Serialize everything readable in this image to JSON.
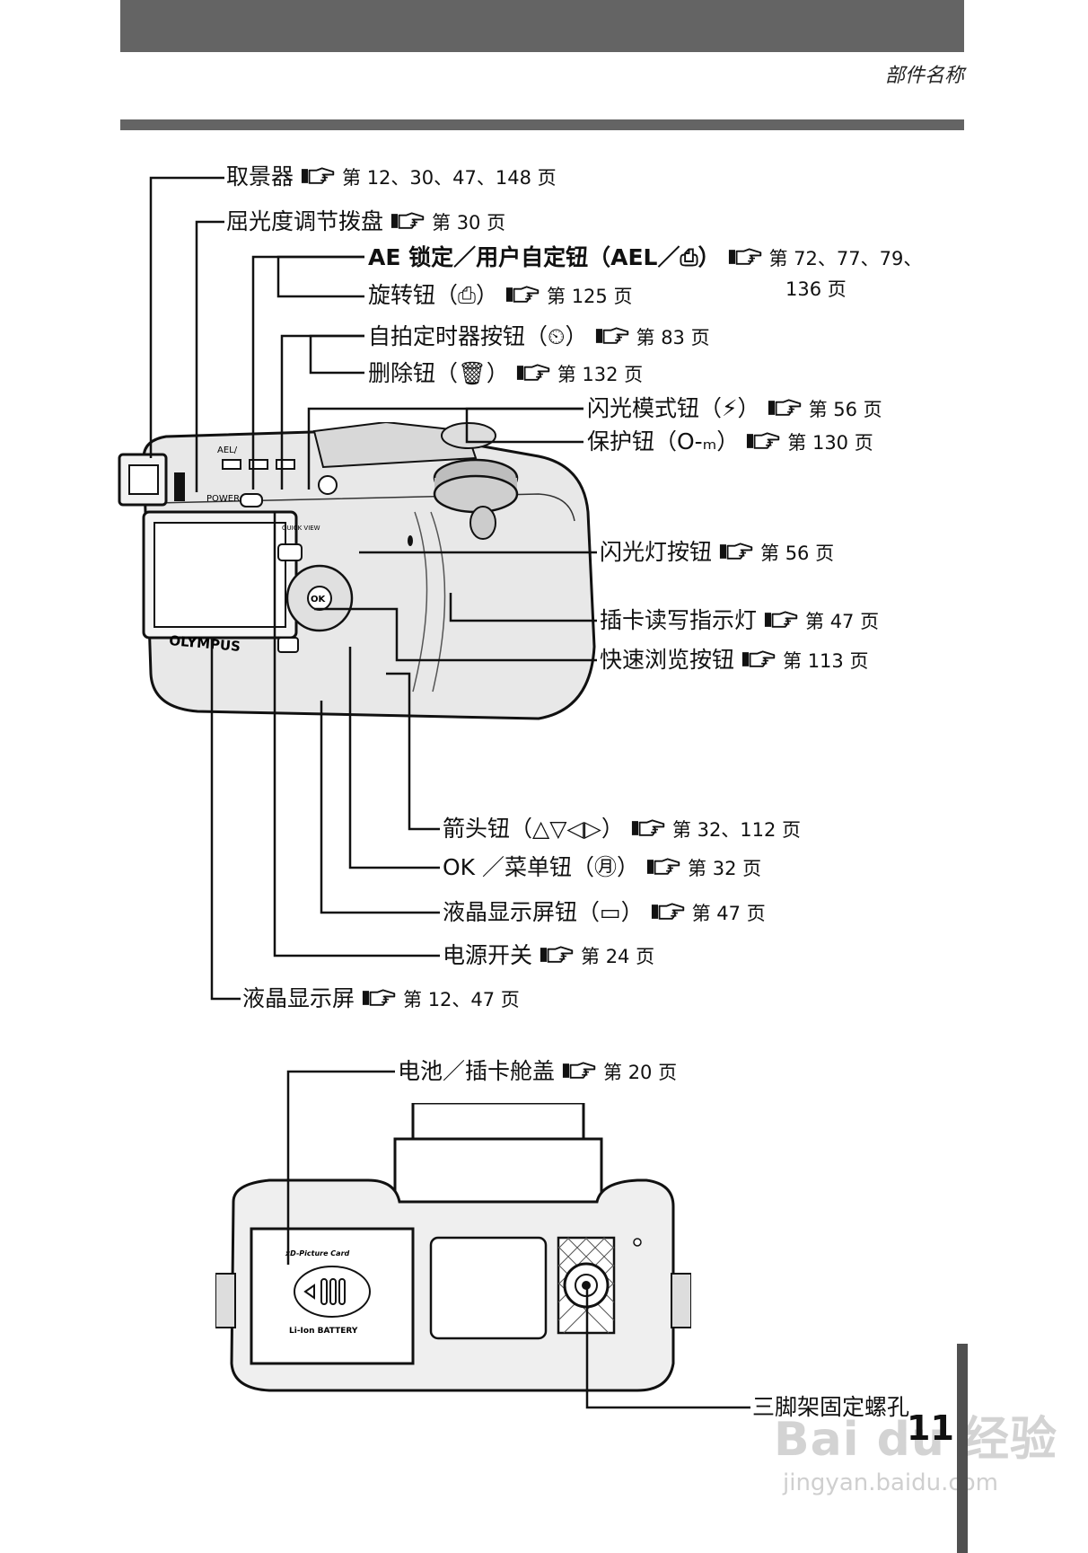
{
  "header": {
    "section_title": "部件名称",
    "page_number": "11"
  },
  "watermark": {
    "brand": "Bai du 经验",
    "url": "jingyan.baidu.com"
  },
  "camera_back": {
    "brand_logo": "OLYMPUS",
    "power_label": "POWER",
    "quick_view_label": "QUICK VIEW",
    "ael_label": "AEL/",
    "ok_label": "OK"
  },
  "camera_bottom": {
    "card_logo": "xD-Picture Card",
    "battery_label": "Li-Ion BATTERY"
  },
  "labels": [
    {
      "name": "取景器",
      "ref": "第 12、30、47、148 页"
    },
    {
      "name": "屈光度调节拨盘",
      "ref": "第 30 页"
    },
    {
      "name": "AE 锁定／用户自定钮（AEL／⎙）",
      "ref": "第 72、77、79、",
      "ref2": "136 页"
    },
    {
      "name": "旋转钮（⎙）",
      "ref": "第 125 页"
    },
    {
      "name": "自拍定时器按钮（⏲）",
      "ref": "第 83 页"
    },
    {
      "name": "删除钮（🗑）",
      "ref": "第 132 页"
    },
    {
      "name": "闪光模式钮（⚡）",
      "ref": "第 56 页"
    },
    {
      "name": "保护钮（O‑ₘ）",
      "ref": "第 130 页"
    },
    {
      "name": "闪光灯按钮",
      "ref": "第 56 页"
    },
    {
      "name": "插卡读写指示灯",
      "ref": "第 47 页"
    },
    {
      "name": "快速浏览按钮",
      "ref": "第 113 页"
    },
    {
      "name": "箭头钮（△▽◁▷）",
      "ref": "第 32、112 页"
    },
    {
      "name": "OK ／菜单钮（㊊）",
      "ref": "第 32 页"
    },
    {
      "name": "液晶显示屏钮（▭）",
      "ref": "第 47 页"
    },
    {
      "name": "电源开关",
      "ref": "第 24 页"
    },
    {
      "name": "液晶显示屏",
      "ref": "第 12、47 页"
    },
    {
      "name": "电池／插卡舱盖",
      "ref": "第 20 页"
    },
    {
      "name": "三脚架固定螺孔",
      "ref": ""
    }
  ]
}
